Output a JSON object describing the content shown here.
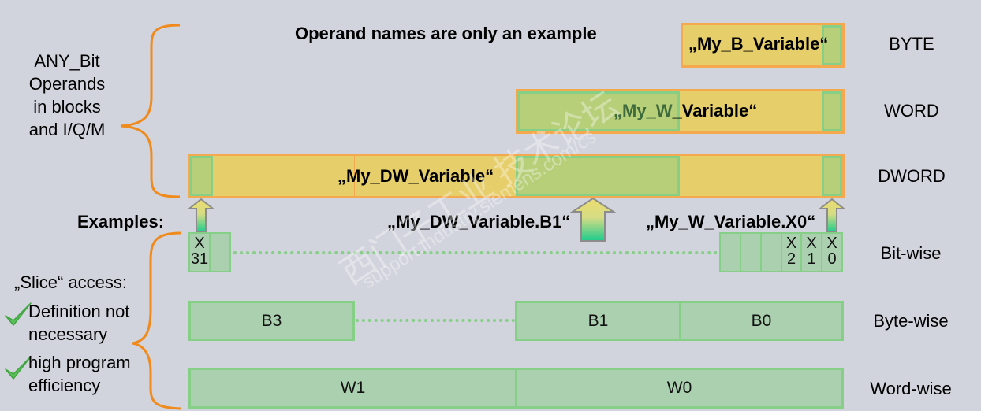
{
  "header": {
    "note": "Operand names are only an example"
  },
  "left_panel": {
    "any_bit_lines": [
      "ANY_Bit",
      "Operands",
      "in blocks",
      "and I/Q/M"
    ],
    "examples_label": "Examples:",
    "slice_title": "„Slice“ access:",
    "benefits": [
      {
        "icon": "checkmark-icon",
        "lines": [
          "Definition not",
          "necessary"
        ]
      },
      {
        "icon": "checkmark-icon",
        "lines": [
          "high program",
          "efficiency"
        ]
      }
    ]
  },
  "data_types": [
    {
      "type": "BYTE",
      "variable": "„My_B_Variable“"
    },
    {
      "type": "WORD",
      "variable_part1": "„My_W",
      "variable_part2": "_Variable“"
    },
    {
      "type": "DWORD",
      "variable": "„My_DW_Variable“"
    }
  ],
  "examples": [
    {
      "label": "„My_DW_Variable.B1“"
    },
    {
      "label": "„My_W_Variable.X0“"
    }
  ],
  "access_rows": [
    {
      "name": "Bit-wise",
      "cells_left": [
        {
          "l1": "X",
          "l2": "31"
        },
        {
          "l1": "",
          "l2": ""
        }
      ],
      "cells_right": [
        {
          "l1": "",
          "l2": ""
        },
        {
          "l1": "",
          "l2": ""
        },
        {
          "l1": "",
          "l2": ""
        },
        {
          "l1": "X",
          "l2": "2"
        },
        {
          "l1": "X",
          "l2": "1"
        },
        {
          "l1": "X",
          "l2": "0"
        }
      ]
    },
    {
      "name": "Byte-wise",
      "cells": [
        "B3",
        "B1",
        "B0"
      ]
    },
    {
      "name": "Word-wise",
      "cells": [
        "W1",
        "W0"
      ]
    }
  ],
  "watermark": {
    "line1": "西门子工业 技术论坛",
    "line2": "support.industry.siemens.com/cs"
  },
  "colors": {
    "background": "#d1d4dc",
    "variable_fill": "#e6ce6a",
    "variable_border": "#f5a94e",
    "highlight_fill": "#b8cf7a",
    "cell_fill": "#abd0b0",
    "cell_border": "#86cf86",
    "brace": "#f08a1c",
    "checkmark": "#5cbf5c"
  }
}
